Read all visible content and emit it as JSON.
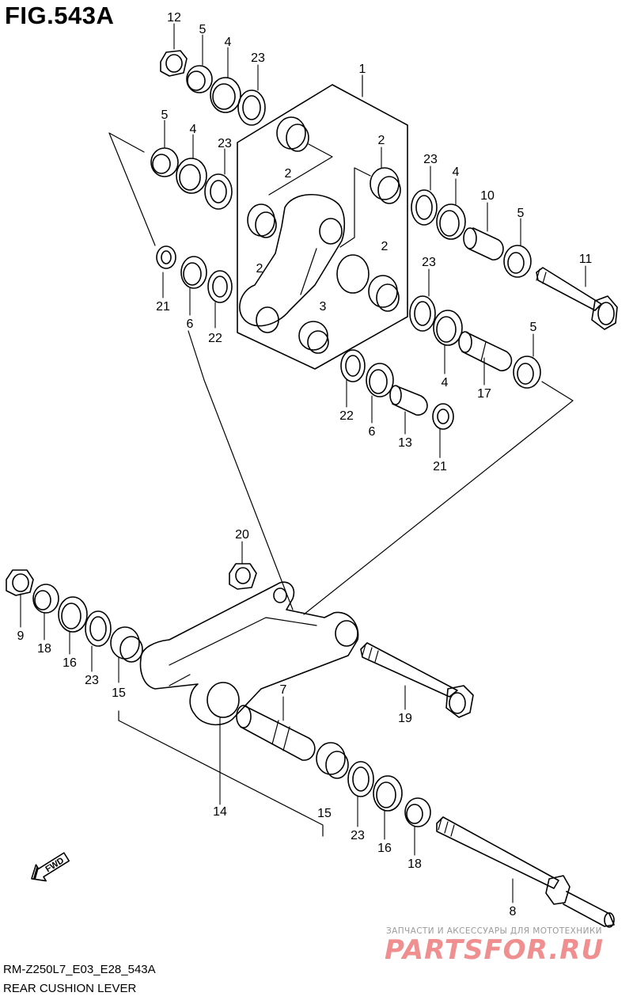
{
  "figure_title": "FIG.543A",
  "footer": {
    "code": "RM-Z250L7_E03_E28_543A",
    "name": "REAR CUSHION LEVER"
  },
  "fwd_label": "FWD",
  "watermark": {
    "text": "ЗАПЧАСТИ И АКСЕССУАРЫ ДЛЯ МОТОТЕХНИКИ",
    "logo": "PARTSFOR.RU"
  },
  "callouts": [
    {
      "id": "c12a",
      "label": "12"
    },
    {
      "id": "c5a",
      "label": "5"
    },
    {
      "id": "c4a",
      "label": "4"
    },
    {
      "id": "c23a",
      "label": "23"
    },
    {
      "id": "c1",
      "label": "1"
    },
    {
      "id": "c5b",
      "label": "5"
    },
    {
      "id": "c4b",
      "label": "4"
    },
    {
      "id": "c23b",
      "label": "23"
    },
    {
      "id": "c2a",
      "label": "2"
    },
    {
      "id": "c2b",
      "label": "2"
    },
    {
      "id": "c2c",
      "label": "2"
    },
    {
      "id": "c2d",
      "label": "2"
    },
    {
      "id": "c2e",
      "label": "2"
    },
    {
      "id": "c3",
      "label": "3"
    },
    {
      "id": "c23c",
      "label": "23"
    },
    {
      "id": "c4c",
      "label": "4"
    },
    {
      "id": "c10",
      "label": "10"
    },
    {
      "id": "c5c",
      "label": "5"
    },
    {
      "id": "c11",
      "label": "11"
    },
    {
      "id": "c21a",
      "label": "21"
    },
    {
      "id": "c6a",
      "label": "6"
    },
    {
      "id": "c22a",
      "label": "22"
    },
    {
      "id": "c23d",
      "label": "23"
    },
    {
      "id": "c5d",
      "label": "5"
    },
    {
      "id": "c4d",
      "label": "4"
    },
    {
      "id": "c17",
      "label": "17"
    },
    {
      "id": "c22b",
      "label": "22"
    },
    {
      "id": "c6b",
      "label": "6"
    },
    {
      "id": "c13",
      "label": "13"
    },
    {
      "id": "c21b",
      "label": "21"
    },
    {
      "id": "c20",
      "label": "20"
    },
    {
      "id": "c9",
      "label": "9"
    },
    {
      "id": "c18a",
      "label": "18"
    },
    {
      "id": "c16a",
      "label": "16"
    },
    {
      "id": "c23e",
      "label": "23"
    },
    {
      "id": "c15a",
      "label": "15"
    },
    {
      "id": "c7",
      "label": "7"
    },
    {
      "id": "c19",
      "label": "19"
    },
    {
      "id": "c14",
      "label": "14"
    },
    {
      "id": "c15b",
      "label": "15"
    },
    {
      "id": "c23f",
      "label": "23"
    },
    {
      "id": "c16b",
      "label": "16"
    },
    {
      "id": "c18b",
      "label": "18"
    },
    {
      "id": "c8",
      "label": "8"
    }
  ]
}
